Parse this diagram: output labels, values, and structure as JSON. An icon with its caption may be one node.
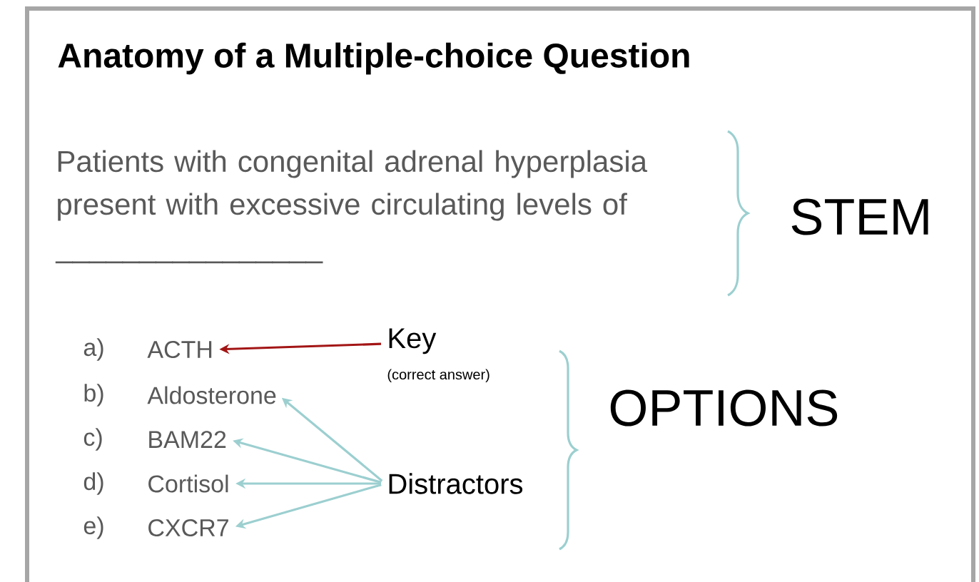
{
  "diagram": {
    "title": "Anatomy of a Multiple-choice Question",
    "nodes": [
      {
        "text": [
          "Patients with congenital adrenal hyperplasia present with excessive circulating levels of ________________"
        ]
      },
      {
        "text": [
          "ACTH"
        ],
        "beside": [
          "a)"
        ]
      },
      {
        "text": [
          "Aldosterone"
        ],
        "beside": [
          "b)"
        ]
      },
      {
        "text": [
          "BAM22"
        ],
        "beside": [
          "c)"
        ]
      },
      {
        "text": [
          "Cortisol"
        ],
        "beside": [
          "d)"
        ]
      },
      {
        "text": [
          "CXCR7"
        ],
        "beside": [
          "e)"
        ]
      },
      {
        "text": [
          "Key",
          "(correct answer)"
        ]
      },
      {
        "text": [
          "Distractors"
        ]
      }
    ],
    "edges": [
      {
        "from": 6,
        "to": 1,
        "arrow": "to",
        "color": "#a31515"
      },
      {
        "from": 7,
        "to": 2,
        "arrow": "to"
      },
      {
        "from": 7,
        "to": 3,
        "arrow": "to"
      },
      {
        "from": 7,
        "to": 4,
        "arrow": "to"
      },
      {
        "from": 7,
        "to": 5,
        "arrow": "to"
      }
    ],
    "labels": [
      "STEM",
      "OPTIONS"
    ]
  }
}
